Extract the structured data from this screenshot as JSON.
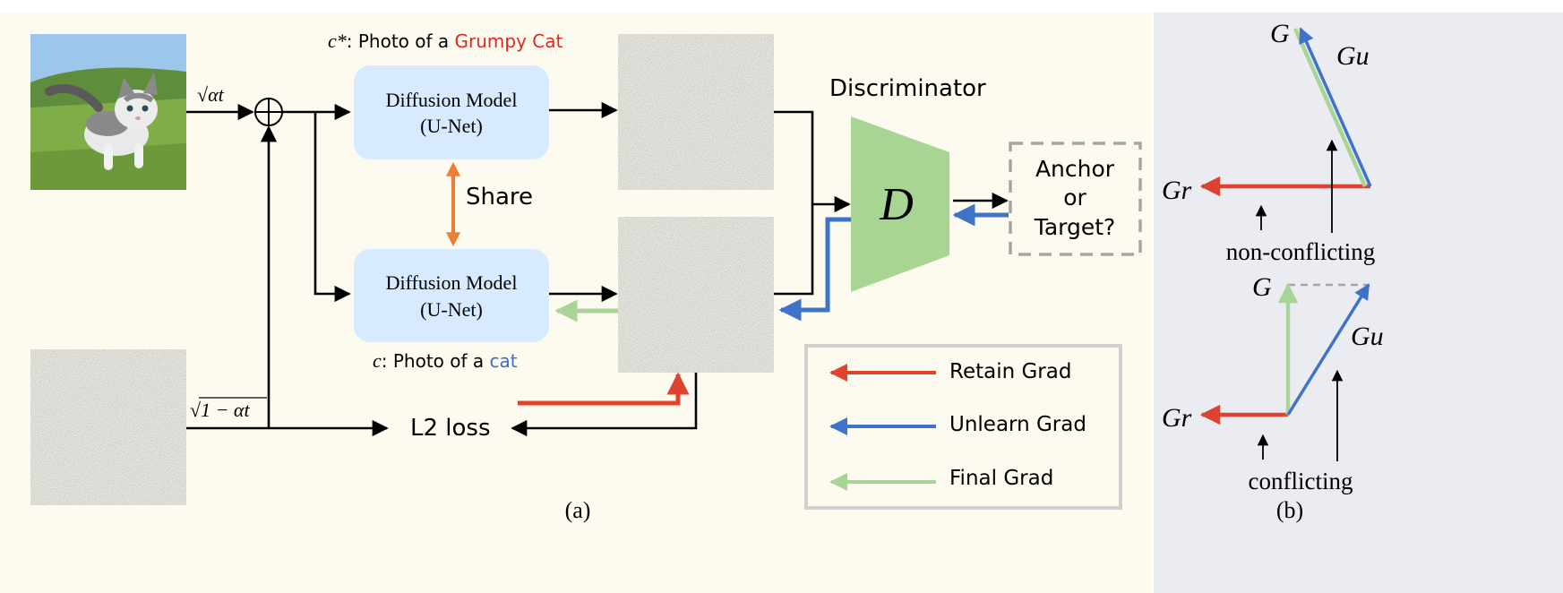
{
  "panel_a": {
    "caption": "(a)",
    "prompt_star": {
      "symbol": "c*",
      "prefix": ": Photo of a ",
      "highlight": "Grumpy Cat",
      "highlight_color": "#e0281e"
    },
    "prompt": {
      "symbol": "c",
      "prefix": ": Photo of a ",
      "highlight": "cat",
      "highlight_color": "#3f6fc2"
    },
    "sqrt_alpha": "√αt",
    "sqrt_one_minus_alpha": "√1 − αt",
    "diffusion_top": {
      "line1": "Diffusion Model",
      "line2": "(U-Net)"
    },
    "diffusion_bottom": {
      "line1": "Diffusion Model",
      "line2": "(U-Net)"
    },
    "share_label": "Share",
    "discriminator_title": "Discriminator",
    "discriminator_symbol": "D",
    "anchor_target": [
      "Anchor",
      "or",
      "Target?"
    ],
    "l2_loss": "L2 loss",
    "legend": [
      {
        "label": "Retain Grad",
        "color": "#e0432d"
      },
      {
        "label": "Unlearn Grad",
        "color": "#3f73c9"
      },
      {
        "label": "Final Grad",
        "color": "#a8d596"
      }
    ]
  },
  "panel_b": {
    "caption": "(b)",
    "top": {
      "G": "G",
      "Gu": "Gu",
      "Gr": "Gr",
      "label": "non-conflicting"
    },
    "bottom": {
      "G": "G",
      "Gu": "Gu",
      "Gr": "Gr",
      "label": "conflicting"
    }
  },
  "colors": {
    "panel_a_bg": "#fdfbef",
    "panel_b_bg": "#ebebf2",
    "diffusion_fill": "#d7eaff",
    "discriminator_fill": "#a9d594",
    "share_arrow": "#ee7d36",
    "noise_gray": "#7f7f7f",
    "dashed_gray": "#a6a6a6"
  }
}
